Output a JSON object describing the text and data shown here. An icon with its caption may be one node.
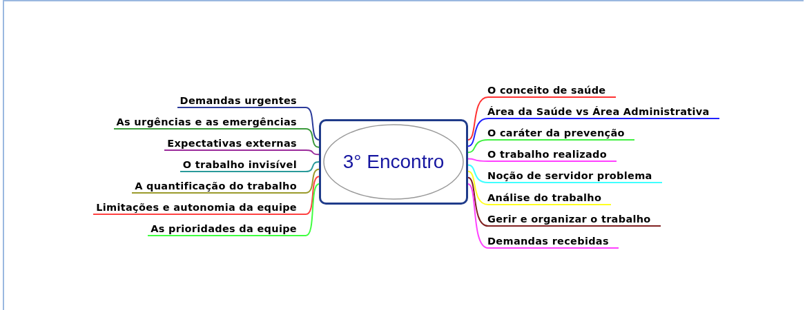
{
  "diagram": {
    "nodes": [
      {
        "text": [
          "3° Encontro"
        ]
      },
      {
        "text": [
          "Demandas urgentes"
        ]
      },
      {
        "text": [
          "As urgências e as emergências"
        ]
      },
      {
        "text": [
          "Expectativas externas"
        ]
      },
      {
        "text": [
          "O trabalho invisível"
        ]
      },
      {
        "text": [
          "A quantificação do trabalho"
        ]
      },
      {
        "text": [
          "Limitações e autonomia da equipe"
        ]
      },
      {
        "text": [
          "As prioridades da equipe"
        ]
      },
      {
        "text": [
          "O conceito de saúde"
        ]
      },
      {
        "text": [
          "Área da Saúde vs Área Administrativa"
        ]
      },
      {
        "text": [
          "O caráter da prevenção"
        ]
      },
      {
        "text": [
          "O trabalho realizado"
        ]
      },
      {
        "text": [
          "Noção de servidor problema"
        ]
      },
      {
        "text": [
          "Análise do trabalho"
        ]
      },
      {
        "text": [
          "Gerir e organizar o trabalho"
        ]
      },
      {
        "text": [
          "Demandas recebidas"
        ]
      }
    ],
    "edges": [
      {
        "from": 0,
        "to": 1,
        "arrow": "none",
        "color": "#2b3b9a"
      },
      {
        "from": 0,
        "to": 2,
        "arrow": "none",
        "color": "#3a9a3a"
      },
      {
        "from": 0,
        "to": 3,
        "arrow": "none",
        "color": "#9a2a9a"
      },
      {
        "from": 0,
        "to": 4,
        "arrow": "none",
        "color": "#2a9a9a"
      },
      {
        "from": 0,
        "to": 5,
        "arrow": "none",
        "color": "#9a9a2a"
      },
      {
        "from": 0,
        "to": 6,
        "arrow": "none",
        "color": "#ff4040"
      },
      {
        "from": 0,
        "to": 7,
        "arrow": "none",
        "color": "#40ff40"
      },
      {
        "from": 0,
        "to": 8,
        "arrow": "none",
        "color": "#ff3030"
      },
      {
        "from": 0,
        "to": 9,
        "arrow": "none",
        "color": "#2020ff"
      },
      {
        "from": 0,
        "to": 10,
        "arrow": "none",
        "color": "#40f040"
      },
      {
        "from": 0,
        "to": 11,
        "arrow": "none",
        "color": "#ff40ff"
      },
      {
        "from": 0,
        "to": 12,
        "arrow": "none",
        "color": "#40ffff"
      },
      {
        "from": 0,
        "to": 13,
        "arrow": "none",
        "color": "#ffff20"
      },
      {
        "from": 0,
        "to": 14,
        "arrow": "none",
        "color": "#802020"
      },
      {
        "from": 0,
        "to": 15,
        "arrow": "none",
        "color": "#ff40ff"
      }
    ]
  }
}
